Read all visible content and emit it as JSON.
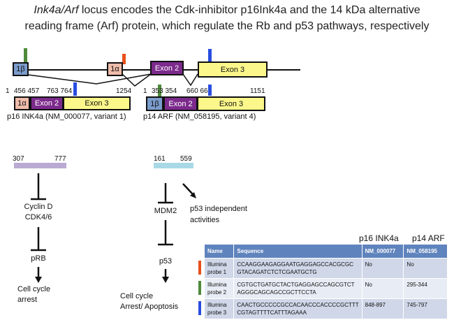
{
  "title": {
    "italic": "Ink4a/Arf",
    "line1": " locus encodes  the Cdk-inhibitor p16Ink4a and the 14 kDa alternative",
    "line2": "reading frame (Arf) protein, which regulate the Rb and p53 pathways, respectively"
  },
  "gene": {
    "exon1b": "1β",
    "exon1a": "1α",
    "exon2": "Exon 2",
    "exon3": "Exon 3"
  },
  "p16": {
    "numbers": [
      "1",
      "456 457",
      "763 764",
      "1254"
    ],
    "exon1a": "1α",
    "exon2": "Exon 2",
    "exon3": "Exon 3",
    "label": "p16 INK4a (NM_000077, variant 1)"
  },
  "p14": {
    "numbers": [
      "1",
      "353 354",
      "660 66",
      "1151"
    ],
    "exon1b": "1β",
    "exon2": "Exon 2",
    "exon3": "Exon 3",
    "label": "p14 ARF (NM_058195, variant 4)"
  },
  "pathway_left": {
    "start": "307",
    "end": "777",
    "target1a": "Cyclin D",
    "target1b": "CDK4/6",
    "target2": "pRB",
    "outcome1": "Cell cycle",
    "outcome2": "arrest"
  },
  "pathway_right": {
    "start": "161",
    "end": "559",
    "target1": "MDM2",
    "target2": "p53",
    "outcome1": "Cell cycle",
    "outcome2": "Arrest/ Apoptosis",
    "independent1": "p53 independent",
    "independent2": "activities"
  },
  "colors": {
    "probe1": "#e8501c",
    "probe2": "#4e8a3a",
    "probe3": "#2a4de0",
    "exon1b": "#7b9ccc",
    "exon1a": "#eebcaa",
    "exon2": "#7c2a8c",
    "exon3": "#fbf78a",
    "bar_p16": "#b9aad2",
    "bar_arf": "#a9d9e6"
  },
  "table": {
    "top_headers": [
      "p16 INK4a",
      "p14 ARF"
    ],
    "headers": [
      "Name",
      "Sequence",
      "NM_000077",
      "NM_058195"
    ],
    "rows": [
      {
        "name1": "Illumina",
        "name2": "probe 1",
        "seq1": "CCAAGGAAGAGGAATGAGGAGCCACGCGC",
        "seq2": "GTACAGATCTCTCGAATGCTG",
        "p16": "No",
        "p14": "No"
      },
      {
        "name1": "Illumina",
        "name2": "probe 2",
        "seq1": "CGTGCTGATGCTACTGAGGAGCCAGCGTCT",
        "seq2": "AGGGCAGCAGCCGCTTCCTA",
        "p16": "No",
        "p14": "295-344"
      },
      {
        "name1": "Illumina",
        "name2": "probe 3",
        "seq1": "CAACTGCCCCCGCCACAACCCACCCCGCTTT",
        "seq2": "CGTAGTTTTCATTTAGAAA",
        "p16": "848-897",
        "p14": "745-797"
      }
    ]
  }
}
